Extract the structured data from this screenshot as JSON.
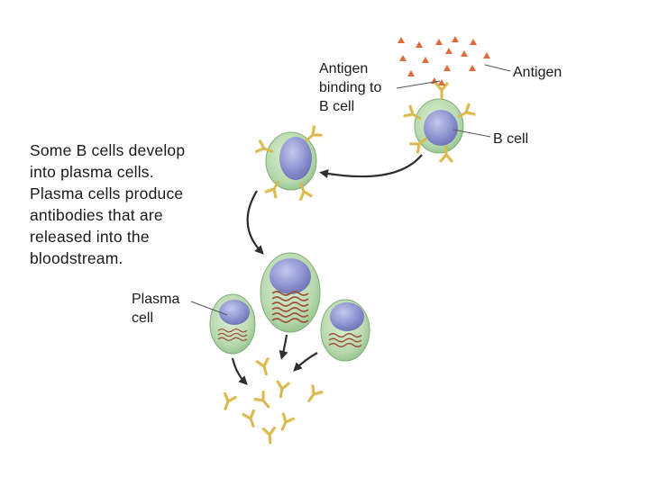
{
  "labels": {
    "antigen_binding": [
      "Antigen",
      "binding to",
      "B cell"
    ],
    "antigen": "Antigen",
    "b_cell": "B cell",
    "description": [
      "Some B cells develop",
      "into plasma cells.",
      "Plasma cells produce",
      "antibodies that are",
      "released into the",
      "bloodstream."
    ],
    "plasma_cell": [
      "Plasma",
      "cell"
    ]
  },
  "colors": {
    "antigen": "#e06a3a",
    "antibody": "#e2c35a",
    "cell_body": "#b7d9ad",
    "nucleus": "#7f86c7",
    "er": "#a2533c",
    "arrow": "#2f2f2f"
  }
}
